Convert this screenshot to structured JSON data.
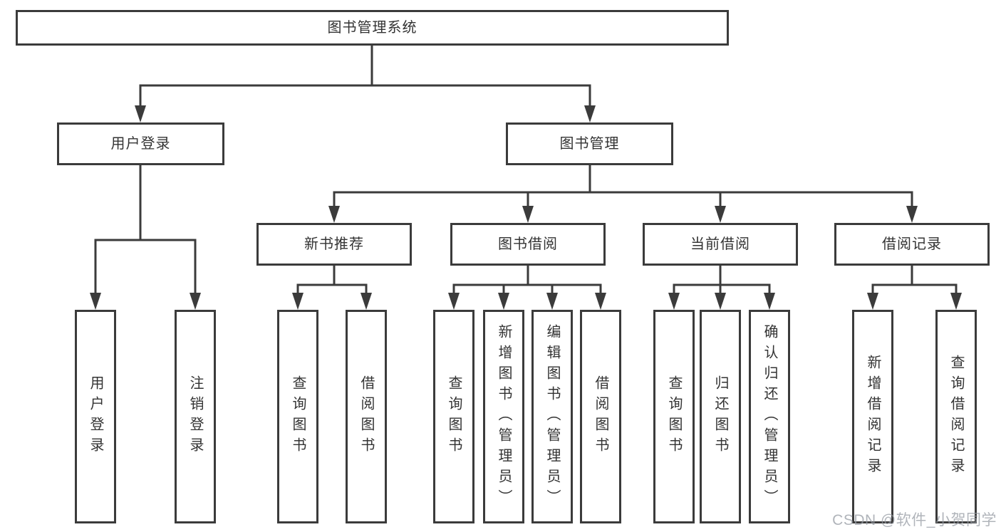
{
  "diagram": {
    "title": "图书管理系统",
    "root": {
      "label": "图书管理系统"
    },
    "level2": [
      {
        "label": "用户登录"
      },
      {
        "label": "图书管理"
      }
    ],
    "level3": [
      {
        "label": "新书推荐"
      },
      {
        "label": "图书借阅"
      },
      {
        "label": "当前借阅"
      },
      {
        "label": "借阅记录"
      }
    ],
    "leaves": [
      {
        "label": "用户登录",
        "parent": "用户登录"
      },
      {
        "label": "注销登录",
        "parent": "用户登录"
      },
      {
        "label": "查询图书",
        "parent": "新书推荐"
      },
      {
        "label": "借阅图书",
        "parent": "新书推荐"
      },
      {
        "label": "查询图书",
        "parent": "图书借阅"
      },
      {
        "label": "新增图书（管理员）",
        "parent": "图书借阅"
      },
      {
        "label": "编辑图书（管理员）",
        "parent": "图书借阅"
      },
      {
        "label": "借阅图书",
        "parent": "图书借阅"
      },
      {
        "label": "查询图书",
        "parent": "当前借阅"
      },
      {
        "label": "归还图书",
        "parent": "当前借阅"
      },
      {
        "label": "确认归还（管理员）",
        "parent": "当前借阅"
      },
      {
        "label": "新增借阅记录",
        "parent": "借阅记录"
      },
      {
        "label": "查询借阅记录",
        "parent": "借阅记录"
      }
    ],
    "colors": {
      "border": "#3b3b3b",
      "line": "#3b3b3b",
      "text": "#333333",
      "background": "#ffffff",
      "watermark_text": "#969ba3"
    }
  },
  "watermark": {
    "text": "CSDN @软件_小贺同学"
  }
}
